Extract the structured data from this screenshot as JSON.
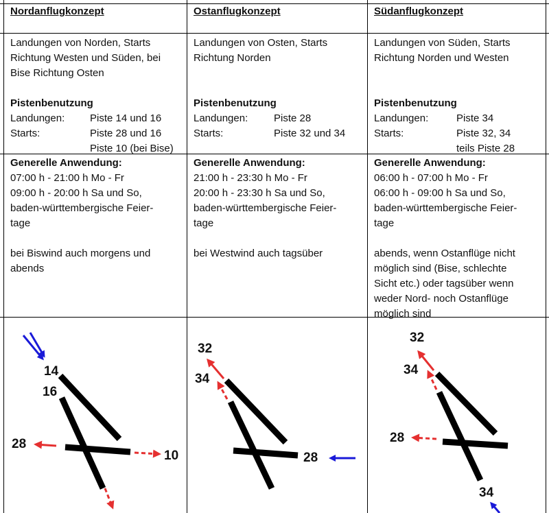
{
  "columns": [
    {
      "title": "Nordanflugkonzept",
      "description": [
        "Landungen von Norden, Starts",
        "Richtung Westen und Süden, bei",
        "Bise Richtung Osten"
      ],
      "runway_heading": "Pistenbenutzung",
      "landings_label": "Landungen:",
      "landings_value": "Piste 14 und 16",
      "starts_label": "Starts:",
      "starts_value": "Piste 28 und 16",
      "starts_value_2": "Piste 10 (bei Bise)",
      "usage_heading": "Generelle Anwendung:",
      "usage_lines": [
        "07:00 h - 21:00 h  Mo - Fr",
        "09:00 h - 20:00 h  Sa und So,",
        "baden-württembergische Feier-",
        "tage"
      ],
      "note_lines": [
        "bei Biswind auch morgens und",
        "abends"
      ],
      "diagram_labels": {
        "a": "14",
        "b": "16",
        "c": "28",
        "d": "10"
      }
    },
    {
      "title": "Ostanflugkonzept",
      "description": [
        "Landungen von Osten, Starts",
        "Richtung Norden"
      ],
      "runway_heading": "Pistenbenutzung",
      "landings_label": "Landungen:",
      "landings_value": "Piste 28",
      "starts_label": "Starts:",
      "starts_value": "Piste 32 und 34",
      "starts_value_2": "",
      "usage_heading": "Generelle Anwendung:",
      "usage_lines": [
        "21:00 h - 23:30 h  Mo - Fr",
        "20:00 h - 23:30 h  Sa und So,",
        "baden-württembergische Feier-",
        "tage"
      ],
      "note_lines": [
        "bei Westwind auch tagsüber"
      ],
      "diagram_labels": {
        "a": "32",
        "b": "34",
        "c": "28"
      }
    },
    {
      "title": "Südanflugkonzept",
      "description": [
        "Landungen von Süden, Starts",
        "Richtung Norden und Westen"
      ],
      "runway_heading": "Pistenbenutzung",
      "landings_label": "Landungen:",
      "landings_value": "Piste 34",
      "starts_label": "Starts:",
      "starts_value": "Piste 32, 34",
      "starts_value_2": "teils Piste 28",
      "usage_heading": "Generelle Anwendung:",
      "usage_lines": [
        "06:00 h - 07:00 h  Mo - Fr",
        "06:00 h - 09:00 h  Sa und So,",
        "baden-württembergische Feier-",
        "tage"
      ],
      "note_lines": [
        "abends, wenn Ostanflüge nicht",
        "möglich sind (Bise, schlechte",
        "Sicht etc.) oder tagsüber wenn",
        "weder Nord- noch Ostanflüge",
        "möglich sind"
      ],
      "diagram_labels": {
        "a": "32",
        "b": "34",
        "c": "28",
        "d": "34"
      }
    }
  ],
  "colors": {
    "runway": "#000000",
    "landing_arrow": "#1a1ad8",
    "departure_arrow": "#e53030",
    "line": "#000000"
  }
}
